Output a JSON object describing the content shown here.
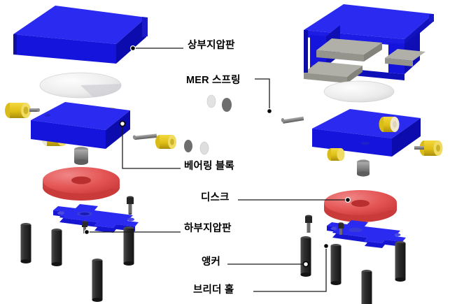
{
  "diagram": {
    "title": "",
    "type": "exploded-assembly-view",
    "background_color": "#ffffff",
    "views": [
      {
        "name": "left-view",
        "description": "full solid exploded view"
      },
      {
        "name": "right-view",
        "description": "section cutaway exploded view"
      }
    ]
  },
  "colors": {
    "plate_blue": "#1414dc",
    "plate_blue_light": "#2a2af0",
    "plate_blue_dark": "#0c0cae",
    "plate_blue_darker": "#08087e",
    "disk_red": "#e24a4a",
    "disk_red_light": "#ef6a6a",
    "disk_red_dark": "#b93434",
    "spring_yellow": "#e8c81e",
    "spring_yellow_light": "#f5de52",
    "spring_yellow_dark": "#b59a10",
    "anchor_black": "#2b2b2b",
    "anchor_black_light": "#4a4a4a",
    "pin_gray": "#7d7d7d",
    "pin_gray_light": "#9a9a9a",
    "shim_gray": "#6e6e6e",
    "washer_light": "#dcdcdc",
    "section_gray": "#b0b0a8",
    "section_gray_dark": "#8d8d85",
    "leader_line": "#1a1a1a",
    "label_text": "#000000"
  },
  "labels": {
    "upper_plate": "상부지압판",
    "mer_spring": "MER 스프링",
    "bearing_block": "베어링 블록",
    "disk": "디스크",
    "lower_plate": "하부지압판",
    "anchor": "앵커",
    "breather_hole": "브리더 홀"
  },
  "components": [
    {
      "id": "upper-plate",
      "label": "상부지압판",
      "color": "#1414dc",
      "count": 2,
      "shape": "square-plate"
    },
    {
      "id": "mer-spring",
      "label": "MER 스프링",
      "color": "#e8c81e",
      "count": 8,
      "shape": "cylinder"
    },
    {
      "id": "bearing-block",
      "label": "베어링 블록",
      "color": "#1414dc",
      "count": 2,
      "shape": "square-block"
    },
    {
      "id": "disk",
      "label": "디스크",
      "color": "#e24a4a",
      "count": 2,
      "shape": "disk"
    },
    {
      "id": "lower-plate",
      "label": "하부지압판",
      "color": "#1414dc",
      "count": 2,
      "shape": "cross-plate"
    },
    {
      "id": "anchor",
      "label": "앵커",
      "color": "#2b2b2b",
      "count": 8,
      "shape": "rod"
    },
    {
      "id": "breather-hole",
      "label": "브리더 홀",
      "color": "#1414dc",
      "count": 2,
      "shape": "hole"
    }
  ]
}
